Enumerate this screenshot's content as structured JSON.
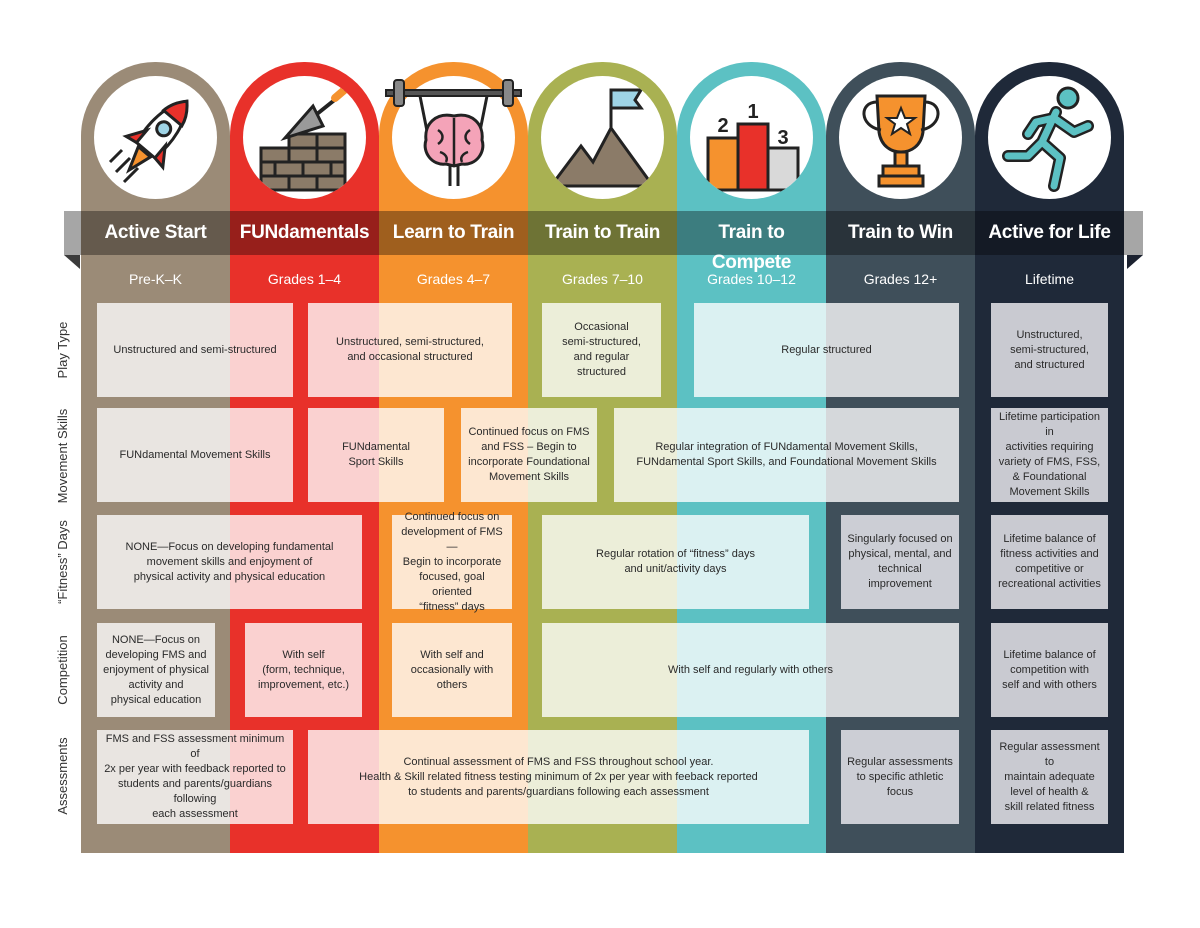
{
  "stages": [
    {
      "title": "Active Start",
      "grade": "Pre-K–K",
      "color": "#9b8b77",
      "icon": "rocket-icon"
    },
    {
      "title": "FUNdamentals",
      "grade": "Grades 1–4",
      "color": "#e8312a",
      "icon": "brick-trowel-icon"
    },
    {
      "title": "Learn to Train",
      "grade": "Grades 4–7",
      "color": "#f5922e",
      "icon": "brain-barbell-icon"
    },
    {
      "title": "Train to Train",
      "grade": "Grades 7–10",
      "color": "#a9b152",
      "icon": "mountain-flag-icon"
    },
    {
      "title": "Train to Compete",
      "grade": "Grades 10–12",
      "color": "#5cc1c3",
      "icon": "podium-icon"
    },
    {
      "title": "Train to Win",
      "grade": "Grades 12+",
      "color": "#3f4f5a",
      "icon": "trophy-icon"
    },
    {
      "title": "Active for Life",
      "grade": "Lifetime",
      "color": "#1f2939",
      "icon": "runner-icon"
    }
  ],
  "row_labels": [
    "Play Type",
    "Movement Skills",
    "“Fitness” Days",
    "Competition",
    "Assessments"
  ],
  "cells": {
    "play_type": [
      "Unstructured and semi-structured",
      "Unstructured, semi-structured,\nand occasional structured",
      "Occasional\nsemi-structured,\nand regular\nstructured",
      "Regular structured",
      "Unstructured,\nsemi-structured,\nand structured"
    ],
    "movement_skills": [
      "FUNdamental Movement Skills",
      "FUNdamental\nSport Skills",
      "Continued focus on FMS\nand FSS – Begin to\nincorporate Foundational\nMovement Skills",
      "Regular integration of FUNdamental Movement Skills,\nFUNdamental Sport Skills, and Foundational Movement Skills",
      "Lifetime participation in\nactivities requiring\nvariety of FMS, FSS,\n& Foundational\nMovement Skills"
    ],
    "fitness_days": [
      "NONE—Focus on developing fundamental\nmovement skills and enjoyment of\nphysical activity and physical education",
      "Continued focus on\ndevelopment of FMS—\nBegin to incorporate\nfocused,  goal oriented\n“fitness” days",
      "Regular rotation of “fitness” days\nand unit/activity days",
      "Singularly focused on\nphysical, mental, and\ntechnical improvement",
      "Lifetime balance of\nfitness activities and\ncompetitive or\nrecreational activities"
    ],
    "competition": [
      "NONE—Focus on\ndeveloping FMS and\nenjoyment of physical\nactivity and\nphysical education",
      "With self\n(form, technique,\nimprovement, etc.)",
      "With self and\noccasionally with\nothers",
      "With self and regularly with others",
      "Lifetime balance of\ncompetition with\nself and with others"
    ],
    "assessments": [
      "FMS and FSS assessment minimum of\n2x  per year with feedback reported to\nstudents and parents/guardians following\neach assessment",
      "Continual assessment of FMS and FSS throughout school year.\nHealth & Skill related fitness testing minimum of 2x per year with feeback reported\nto students and parents/guardians following each assessment",
      "Regular assessments\nto specific athletic\nfocus",
      "Regular assessment to\nmaintain adequate\nlevel of health &\nskill related fitness"
    ]
  },
  "icon_text": {
    "podium_1": "1",
    "podium_2": "2",
    "podium_3": "3"
  }
}
